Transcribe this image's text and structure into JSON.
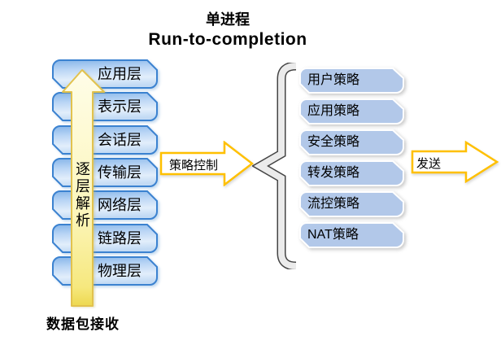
{
  "title": {
    "line1": "单进程",
    "line2": "Run-to-completion"
  },
  "left_stack": {
    "layers": [
      "应用层",
      "表示层",
      "会话层",
      "传输层",
      "网络层",
      "链路层",
      "物理层"
    ]
  },
  "up_arrow_label": "逐层解析",
  "receive_label": "数据包接收",
  "policy_arrow_label": "策略控制",
  "right_stack": {
    "policies": [
      "用户策略",
      "应用策略",
      "安全策略",
      "转发策略",
      "流控策略",
      "NAT策略"
    ]
  },
  "send_arrow_label": "发送",
  "colors": {
    "layer_box_border": "#3B82D0",
    "layer_box_fill_top": "#86B5E9",
    "layer_box_fill_light": "#E2EEFB",
    "policy_box_fill": "#B2C8E9",
    "policy_box_border": "#FFFFFF",
    "horizontal_arrow_outline": "#FFC000",
    "up_arrow_fill": "#FCF6BC",
    "up_arrow_border": "#E2C24D",
    "brace_outline": "#454545",
    "brace_fill": "#EBEBEB"
  }
}
